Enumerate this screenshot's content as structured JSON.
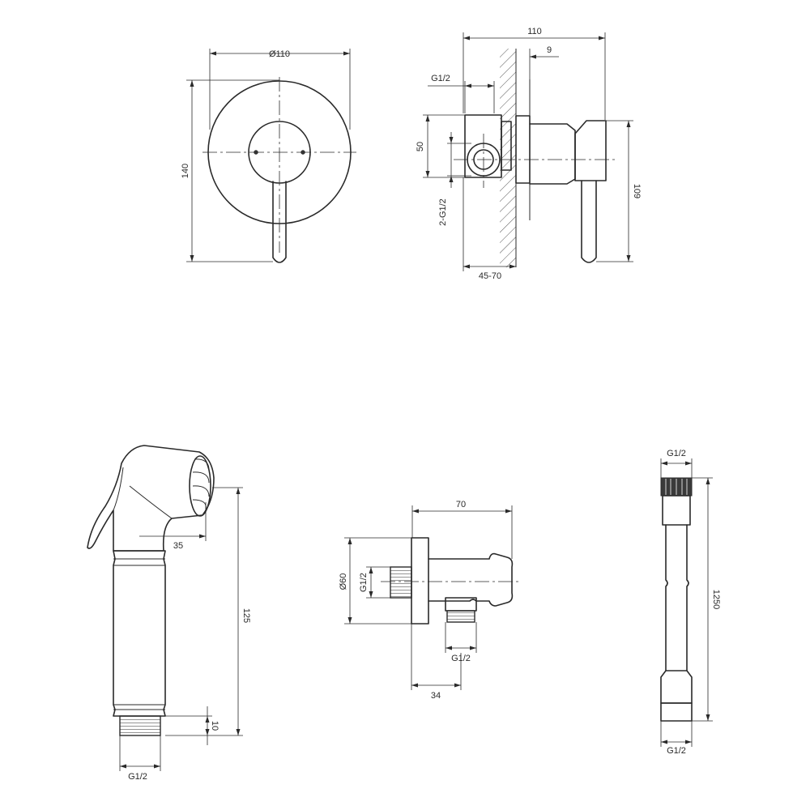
{
  "dimensions": {
    "valve_front_diameter": "Ø110",
    "valve_front_height": "140",
    "valve_side_depth": "110",
    "valve_side_cover_offset": "9",
    "valve_side_thread": "G1/2",
    "valve_side_body_height": "50",
    "valve_side_ports": "2-G1/2",
    "valve_side_handle_height": "109",
    "valve_side_install_depth": "45-70",
    "spray_nozzle_offset": "35",
    "spray_length": "125",
    "spray_thread_length": "10",
    "spray_thread": "G1/2",
    "elbow_length": "70",
    "elbow_flange_diameter": "Ø60",
    "elbow_inlet_thread": "G1/2",
    "elbow_outlet_thread": "G1/2",
    "elbow_outlet_offset": "34",
    "hose_top_thread": "G1/2",
    "hose_length": "1250",
    "hose_bottom_thread": "G1/2"
  }
}
